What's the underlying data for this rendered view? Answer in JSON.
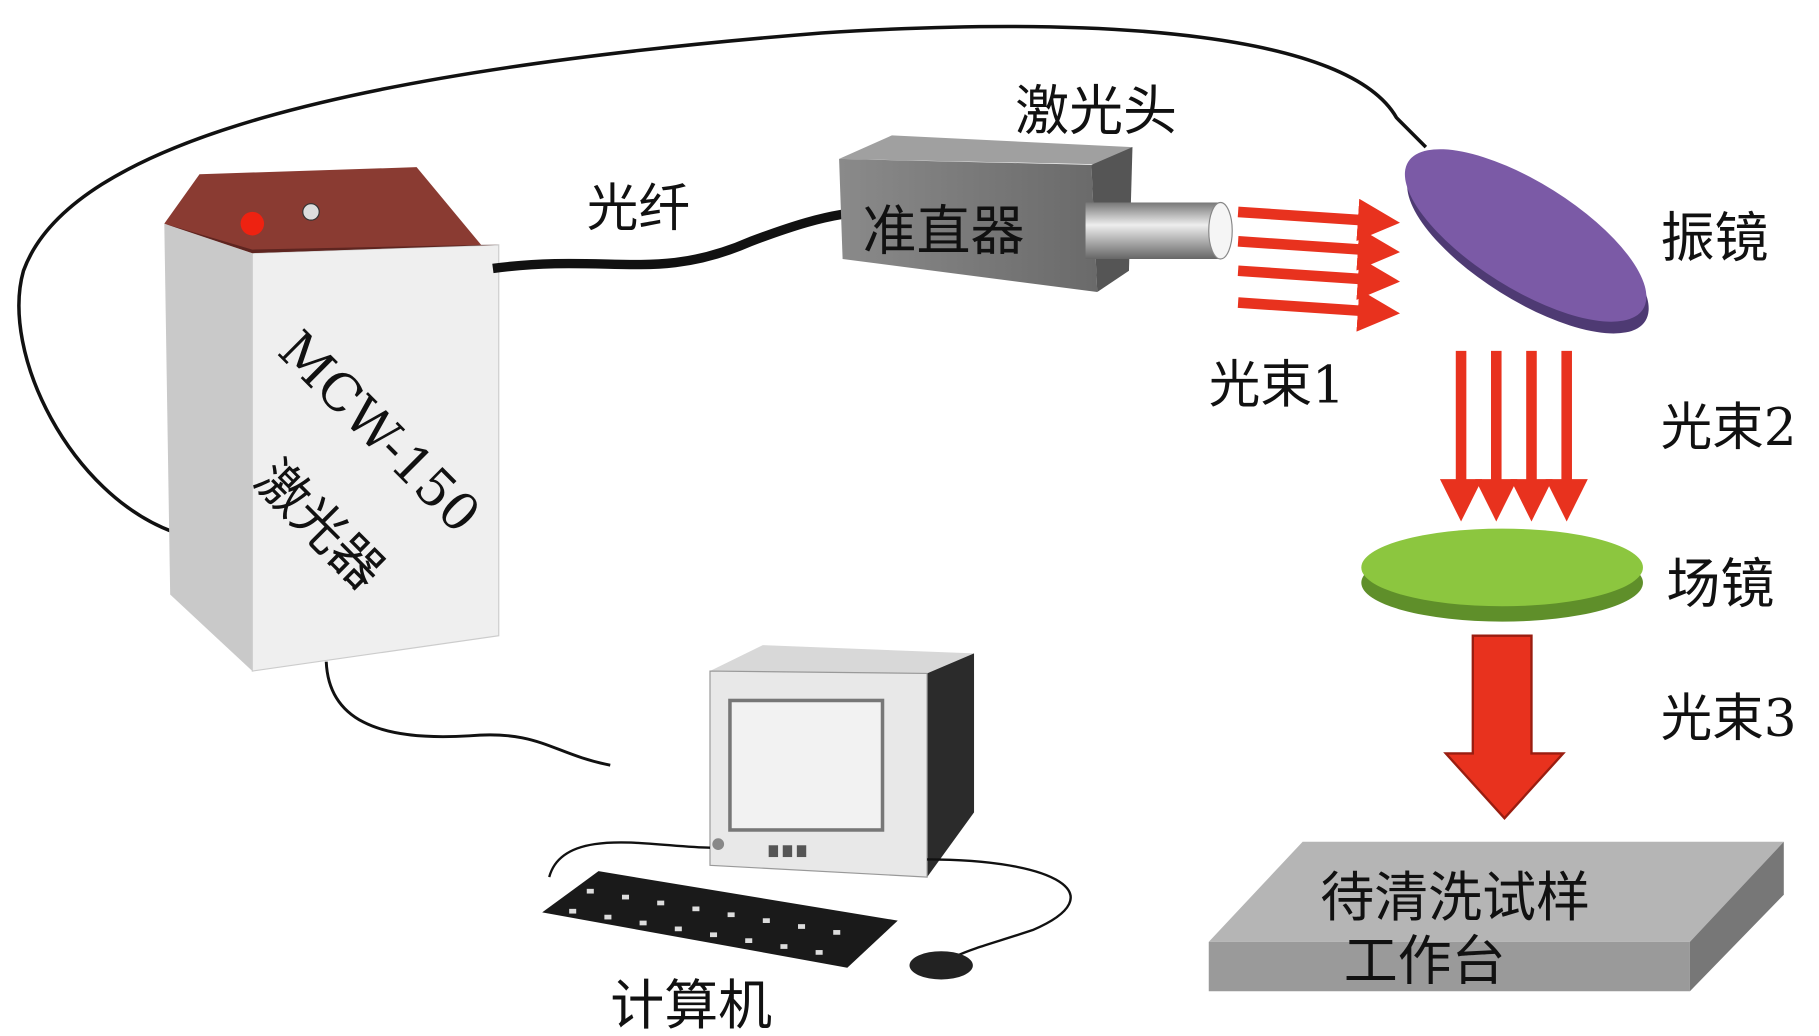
{
  "labels": {
    "laser_head": "激光头",
    "fiber": "光纤",
    "collimator": "准直器",
    "laser_model": "MCW-150",
    "laser": "激光器",
    "galvo_mirror": "振镜",
    "beam1": "光束1",
    "beam2": "光束2",
    "field_lens": "场镜",
    "beam3": "光束3",
    "sample_line1": "待清洗试样",
    "sample_line2": "工作台",
    "computer": "计算机"
  },
  "colors": {
    "beam": "#e8321e",
    "mirror": "#7b5aa6",
    "lens": "#8cc63f",
    "laser_top": "#8a3b32",
    "stage": "#a9a9a9"
  }
}
